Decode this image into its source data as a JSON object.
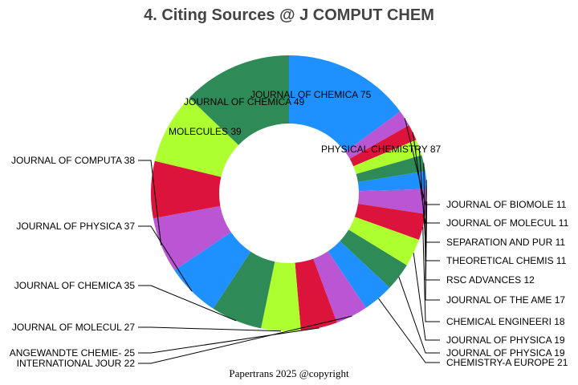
{
  "chart_data": {
    "type": "donut",
    "title": "4. Citing Sources @ J COMPUT CHEM",
    "footer": "Papertrans 2025 @copyright",
    "slices": [
      {
        "label": "PHYSICAL CHEMISTRY",
        "value": 87,
        "color": "#1e90ff"
      },
      {
        "label": "JOURNAL OF BIOMOLE",
        "value": 11,
        "color": "#ba55d3"
      },
      {
        "label": "JOURNAL OF MOLECUL",
        "value": 11,
        "color": "#dc143c"
      },
      {
        "label": "SEPARATION AND PUR",
        "value": 11,
        "color": "#adff2f"
      },
      {
        "label": "THEORETICAL CHEMIS",
        "value": 11,
        "color": "#2e8b57"
      },
      {
        "label": "RSC ADVANCES",
        "value": 12,
        "color": "#1e90ff"
      },
      {
        "label": "JOURNAL OF THE AME",
        "value": 17,
        "color": "#ba55d3"
      },
      {
        "label": "CHEMICAL ENGINEERI",
        "value": 18,
        "color": "#dc143c"
      },
      {
        "label": "JOURNAL OF PHYSICA",
        "value": 19,
        "color": "#adff2f"
      },
      {
        "label": "JOURNAL OF PHYSICA",
        "value": 19,
        "color": "#2e8b57"
      },
      {
        "label": "CHEMISTRY-A EUROPE",
        "value": 21,
        "color": "#1e90ff"
      },
      {
        "label": "INTERNATIONAL JOUR",
        "value": 22,
        "color": "#ba55d3"
      },
      {
        "label": "ANGEWANDTE CHEMIE-",
        "value": 25,
        "color": "#dc143c"
      },
      {
        "label": "JOURNAL OF MOLECUL",
        "value": 27,
        "color": "#adff2f"
      },
      {
        "label": "JOURNAL OF CHEMICA",
        "value": 35,
        "color": "#2e8b57"
      },
      {
        "label": "JOURNAL OF PHYSICA",
        "value": 37,
        "color": "#1e90ff"
      },
      {
        "label": "JOURNAL OF COMPUTA",
        "value": 38,
        "color": "#ba55d3"
      },
      {
        "label": "MOLECULES",
        "value": 39,
        "color": "#dc143c"
      },
      {
        "label": "JOURNAL OF CHEMICA",
        "value": 49,
        "color": "#adff2f"
      },
      {
        "label": "JOURNAL OF CHEMICA",
        "value": 75,
        "color": "#2e8b57"
      }
    ]
  }
}
